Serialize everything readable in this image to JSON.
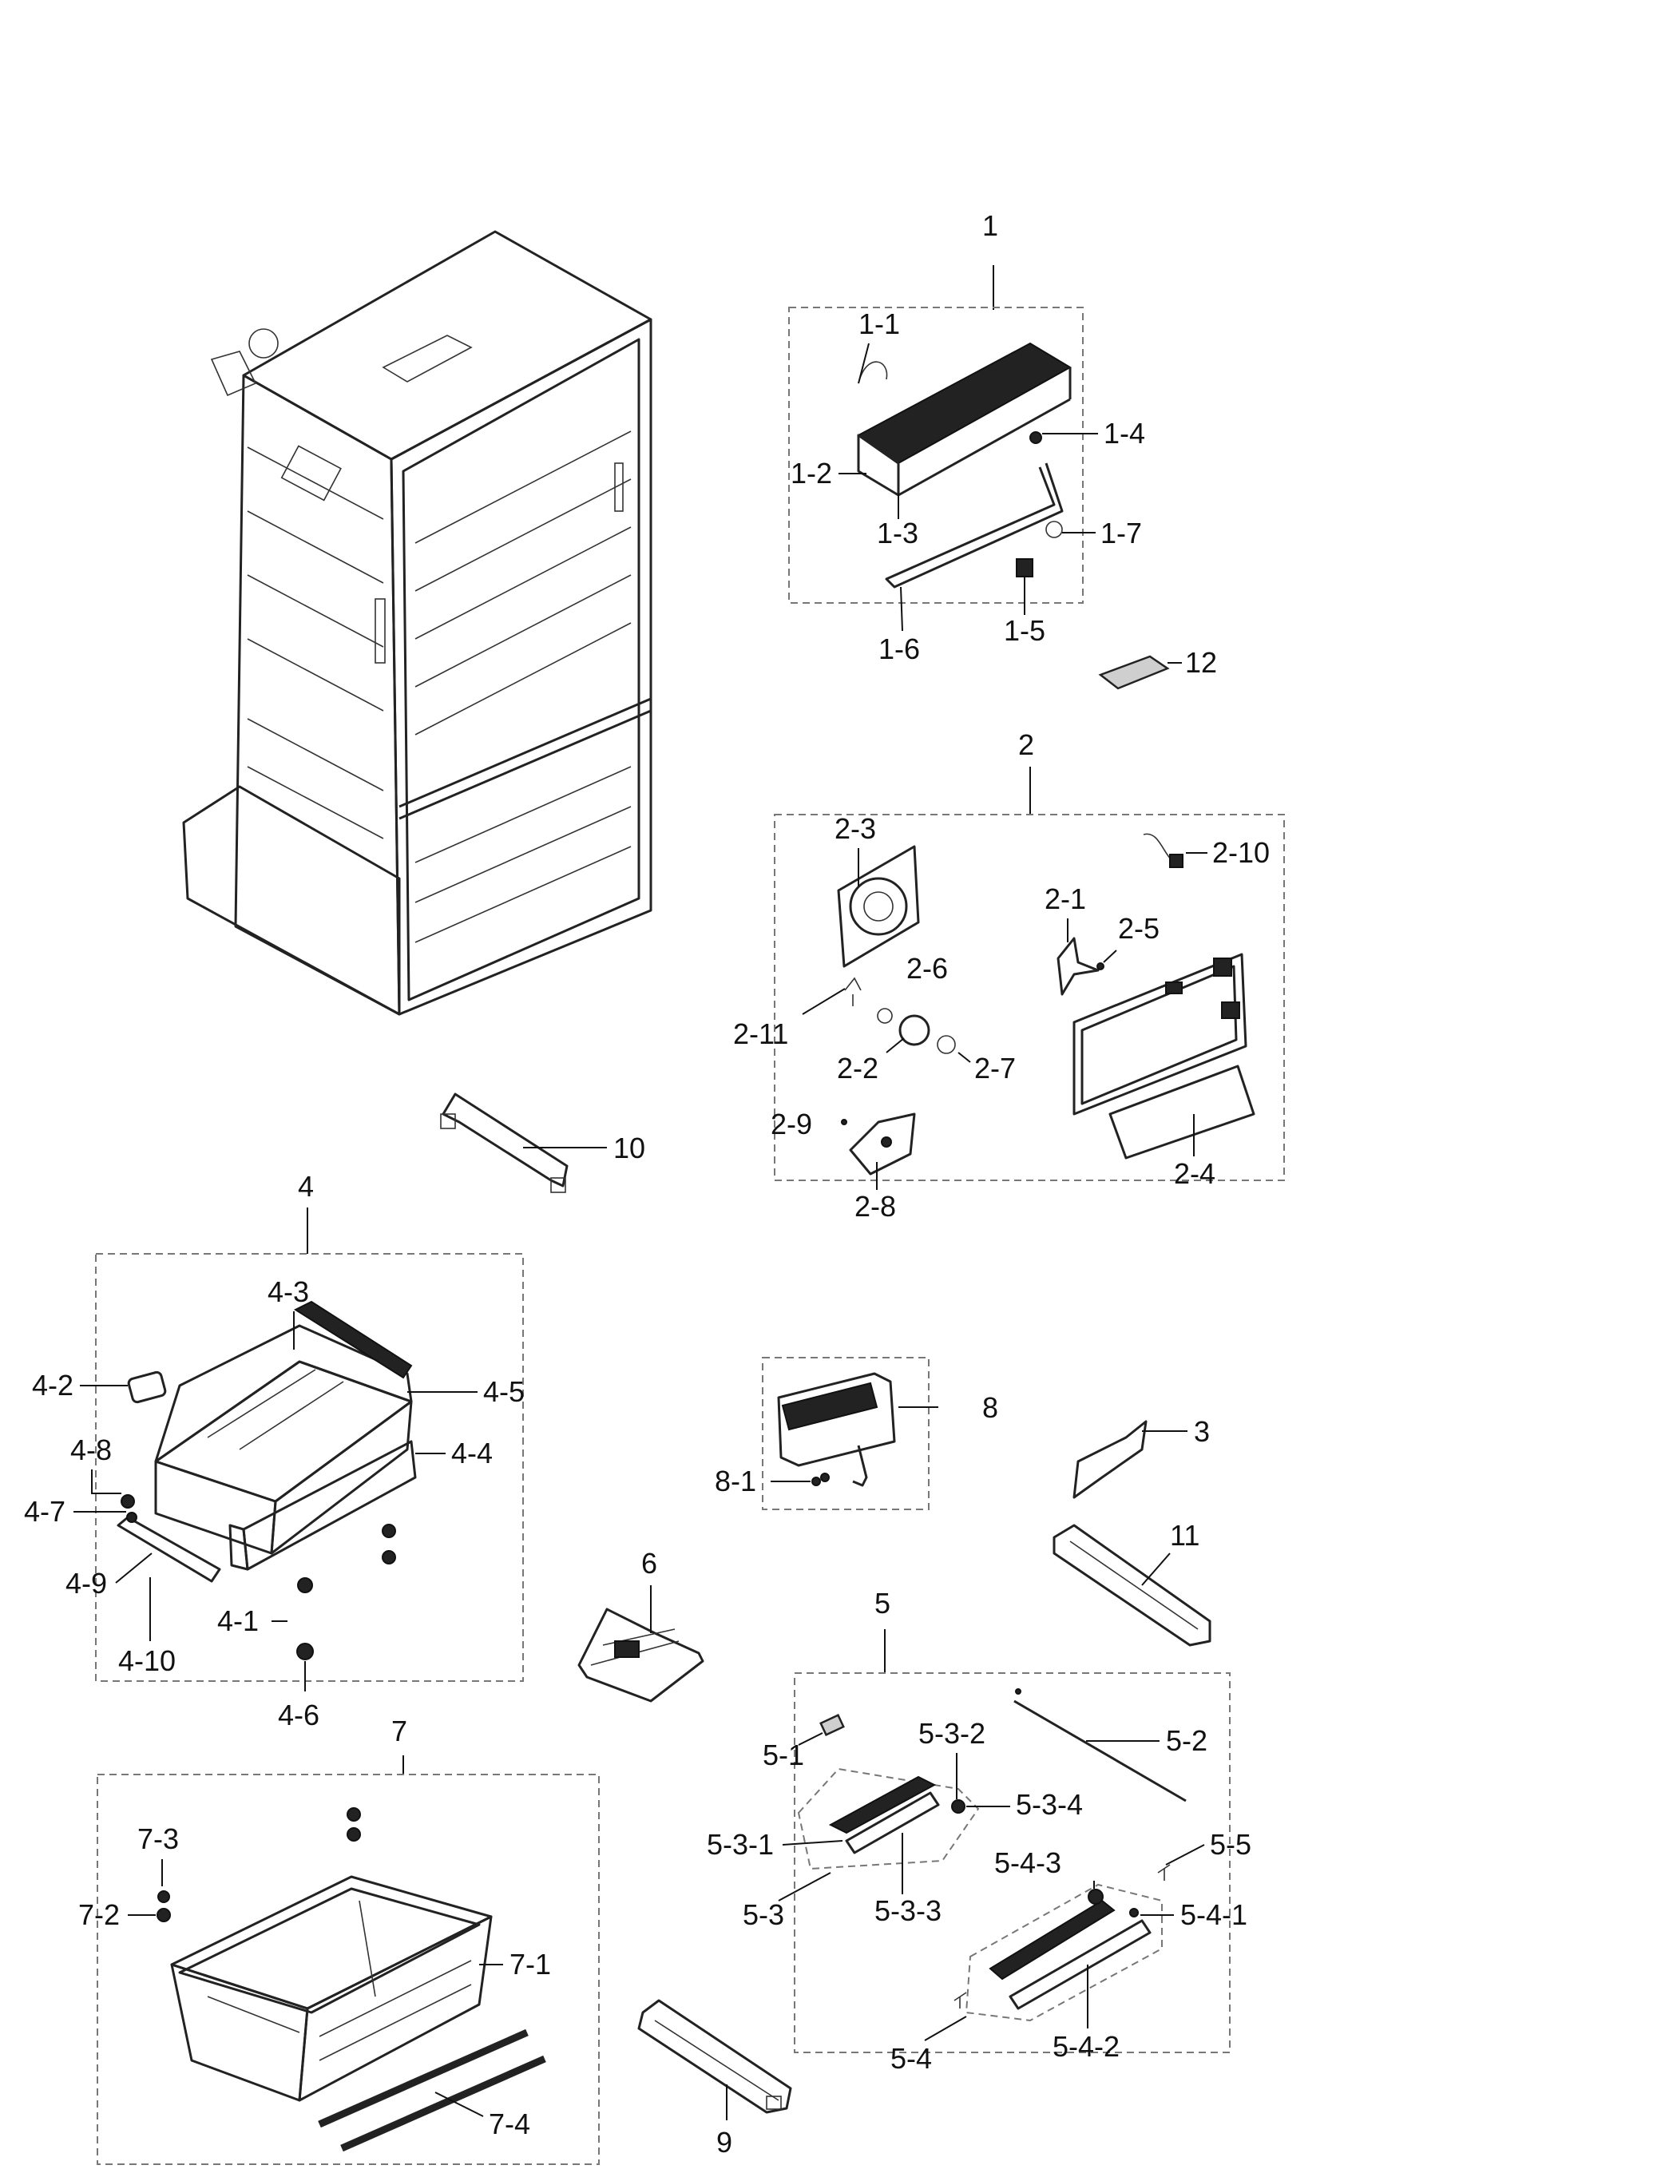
{
  "labels": {
    "l1": "1",
    "l1_1": "1-1",
    "l1_2": "1-2",
    "l1_3": "1-3",
    "l1_4": "1-4",
    "l1_5": "1-5",
    "l1_6": "1-6",
    "l1_7": "1-7",
    "l12": "12",
    "l2": "2",
    "l2_1": "2-1",
    "l2_2": "2-2",
    "l2_3": "2-3",
    "l2_4": "2-4",
    "l2_5": "2-5",
    "l2_6": "2-6",
    "l2_7": "2-7",
    "l2_8": "2-8",
    "l2_9": "2-9",
    "l2_10": "2-10",
    "l2_11": "2-11",
    "l10": "10",
    "l4": "4",
    "l4_1": "4-1",
    "l4_2": "4-2",
    "l4_3": "4-3",
    "l4_4": "4-4",
    "l4_5": "4-5",
    "l4_6": "4-6",
    "l4_7": "4-7",
    "l4_8": "4-8",
    "l4_9": "4-9",
    "l4_10": "4-10",
    "l8": "8",
    "l8_1": "8-1",
    "l3": "3",
    "l11": "11",
    "l6": "6",
    "l5": "5",
    "l5_1": "5-1",
    "l5_2": "5-2",
    "l5_3": "5-3",
    "l5_3_1": "5-3-1",
    "l5_3_2": "5-3-2",
    "l5_3_3": "5-3-3",
    "l5_3_4": "5-3-4",
    "l5_4": "5-4",
    "l5_4_1": "5-4-1",
    "l5_4_2": "5-4-2",
    "l5_4_3": "5-4-3",
    "l5_5": "5-5",
    "l7": "7",
    "l7_1": "7-1",
    "l7_2": "7-2",
    "l7_3": "7-3",
    "l7_4": "7-4",
    "l9": "9"
  }
}
